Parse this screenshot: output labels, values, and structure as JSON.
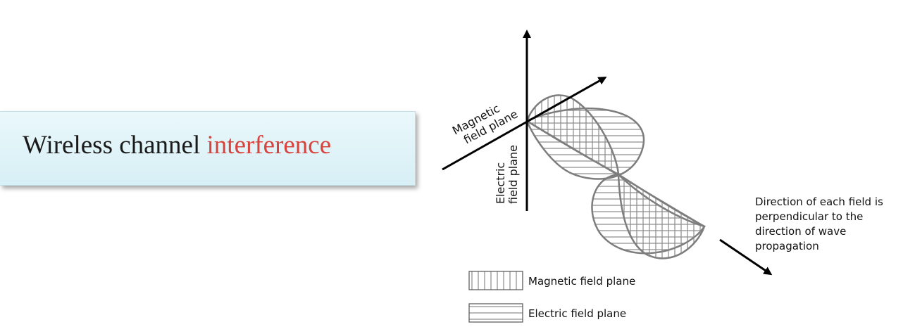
{
  "title": {
    "prefix": "Wireless channel ",
    "highlight": "interference",
    "accent_color": "#d9433d"
  },
  "diagram": {
    "magnetic_axis_label": [
      "Magnetic",
      "field plane"
    ],
    "electric_axis_label": [
      "Electric",
      "field plane"
    ],
    "note_lines": [
      "Direction of each field is",
      "perpendicular to the",
      "direction of wave",
      "propagation"
    ],
    "legend": [
      {
        "label": "Magnetic field plane",
        "hatch": "vertical"
      },
      {
        "label": "Electric field plane",
        "hatch": "horizontal"
      }
    ],
    "colors": {
      "wave_outline": "#7d7d7d",
      "hatch": "#8a8a8a",
      "axis": "#000000"
    }
  }
}
